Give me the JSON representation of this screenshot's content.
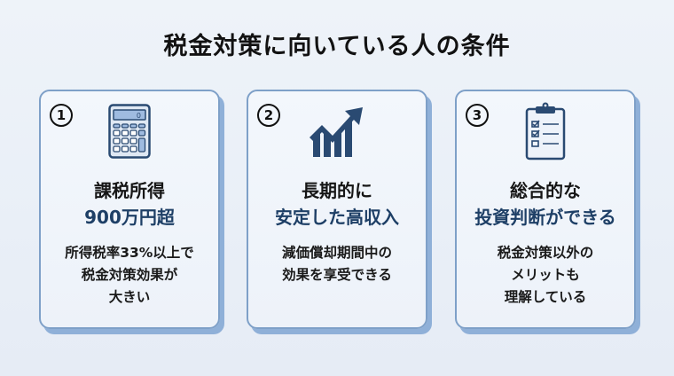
{
  "title": "税金対策に向いている人の条件",
  "colors": {
    "accent": "#1e3f66",
    "card_border": "#7ea0c8",
    "card_shadow": "#8fb0d8",
    "icon": "#2a4a72"
  },
  "cards": [
    {
      "number": "1",
      "icon": "calculator-icon",
      "heading_line1": "課税所得",
      "heading_line2": "900万円超",
      "description": [
        "所得税率33%以上で",
        "税金対策効果が",
        "大きい"
      ]
    },
    {
      "number": "2",
      "icon": "chart-growth-icon",
      "heading_line1": "長期的に",
      "heading_line2": "安定した高収入",
      "description": [
        "減価償却期間中の",
        "効果を享受できる"
      ]
    },
    {
      "number": "3",
      "icon": "clipboard-checklist-icon",
      "heading_line1": "総合的な",
      "heading_line2": "投資判断ができる",
      "description": [
        "税金対策以外の",
        "メリットも",
        "理解している"
      ]
    }
  ],
  "calculator_display": "0"
}
